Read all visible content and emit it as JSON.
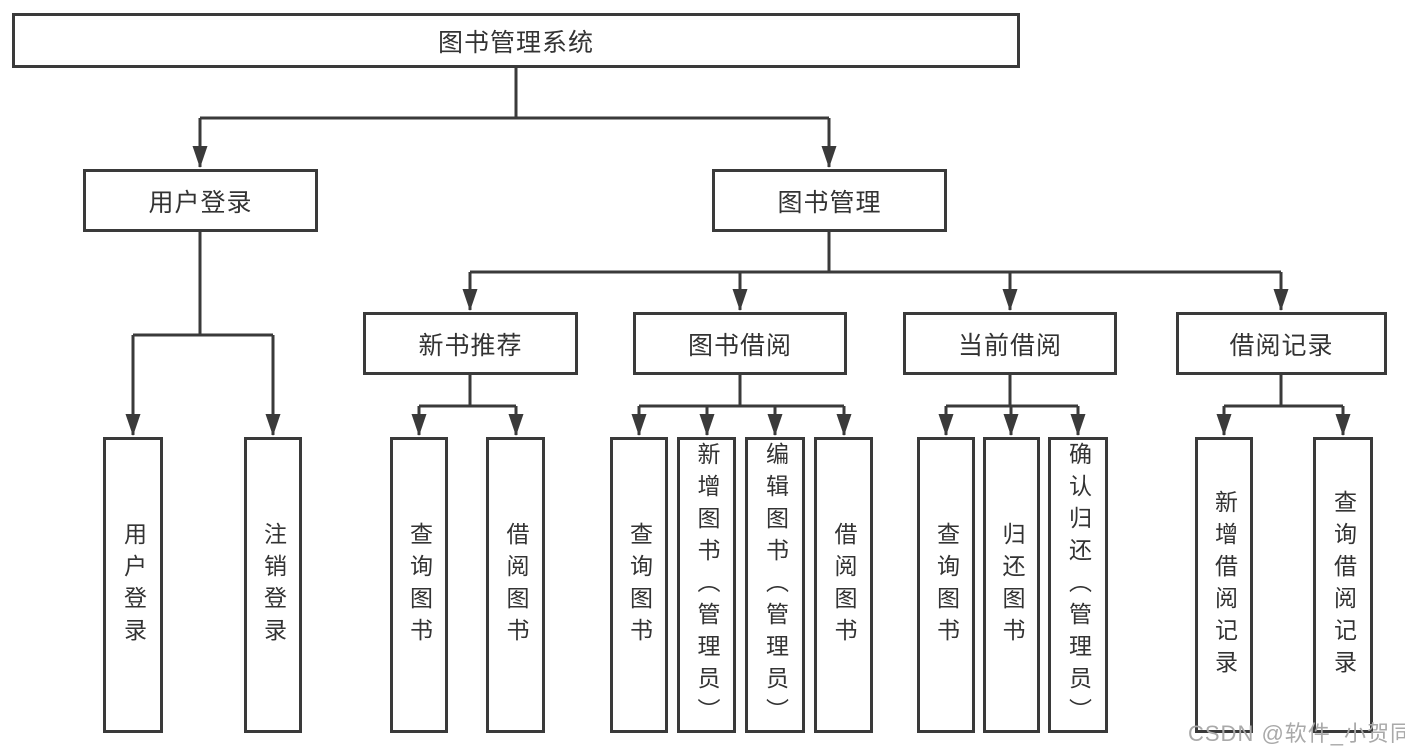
{
  "diagram": {
    "root": {
      "label": "图书管理系统"
    },
    "level2": [
      {
        "id": "user-login",
        "label": "用户登录"
      },
      {
        "id": "book-management",
        "label": "图书管理"
      }
    ],
    "level3": [
      {
        "id": "new-book-recommend",
        "label": "新书推荐",
        "parent": "图书管理"
      },
      {
        "id": "book-borrow",
        "label": "图书借阅",
        "parent": "图书管理"
      },
      {
        "id": "current-borrow",
        "label": "当前借阅",
        "parent": "图书管理"
      },
      {
        "id": "borrow-records",
        "label": "借阅记录",
        "parent": "图书管理"
      }
    ],
    "leaves": [
      {
        "label": "用户登录",
        "parent": "用户登录"
      },
      {
        "label": "注销登录",
        "parent": "用户登录"
      },
      {
        "label": "查询图书",
        "parent": "新书推荐"
      },
      {
        "label": "借阅图书",
        "parent": "新书推荐"
      },
      {
        "label": "查询图书",
        "parent": "图书借阅"
      },
      {
        "label": "新增图书（管理员）",
        "parent": "图书借阅"
      },
      {
        "label": "编辑图书（管理员）",
        "parent": "图书借阅"
      },
      {
        "label": "借阅图书",
        "parent": "图书借阅"
      },
      {
        "label": "查询图书",
        "parent": "当前借阅"
      },
      {
        "label": "归还图书",
        "parent": "当前借阅"
      },
      {
        "label": "确认归还（管理员）",
        "parent": "当前借阅"
      },
      {
        "label": "新增借阅记录",
        "parent": "借阅记录"
      },
      {
        "label": "查询借阅记录",
        "parent": "借阅记录"
      }
    ],
    "watermark": "CSDN @软件_小贺同学",
    "colors": {
      "line": "#3a3a3a",
      "box_border": "#3a3a3a",
      "text": "#333333",
      "watermark": "#a9a9a9",
      "background": "#ffffff"
    }
  }
}
